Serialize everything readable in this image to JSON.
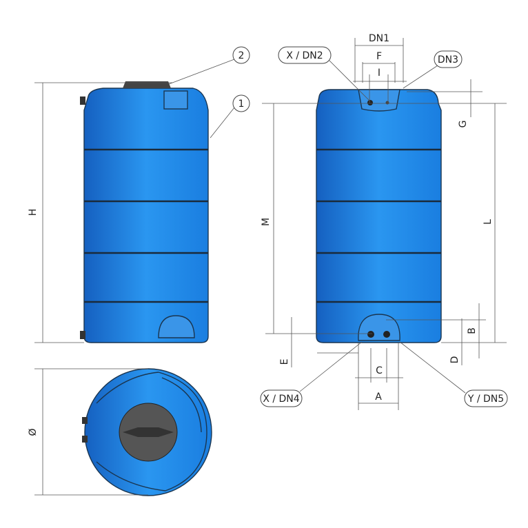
{
  "colors": {
    "tank": "#1a7fe0",
    "tank_light": "#2a9af5",
    "outline": "#1a3550",
    "lid": "#555555"
  },
  "callouts": {
    "one": "1",
    "two": "2",
    "x_dn2": "X / DN2",
    "dn3": "DN3",
    "x_dn4": "X / DN4",
    "y_dn5": "Y / DN5"
  },
  "dimensions": {
    "H": "H",
    "diameter": "Ø",
    "M": "M",
    "L": "L",
    "G": "G",
    "B": "B",
    "D": "D",
    "E": "E",
    "A": "A",
    "C": "C",
    "DN1": "DN1",
    "F": "F",
    "I": "I"
  }
}
